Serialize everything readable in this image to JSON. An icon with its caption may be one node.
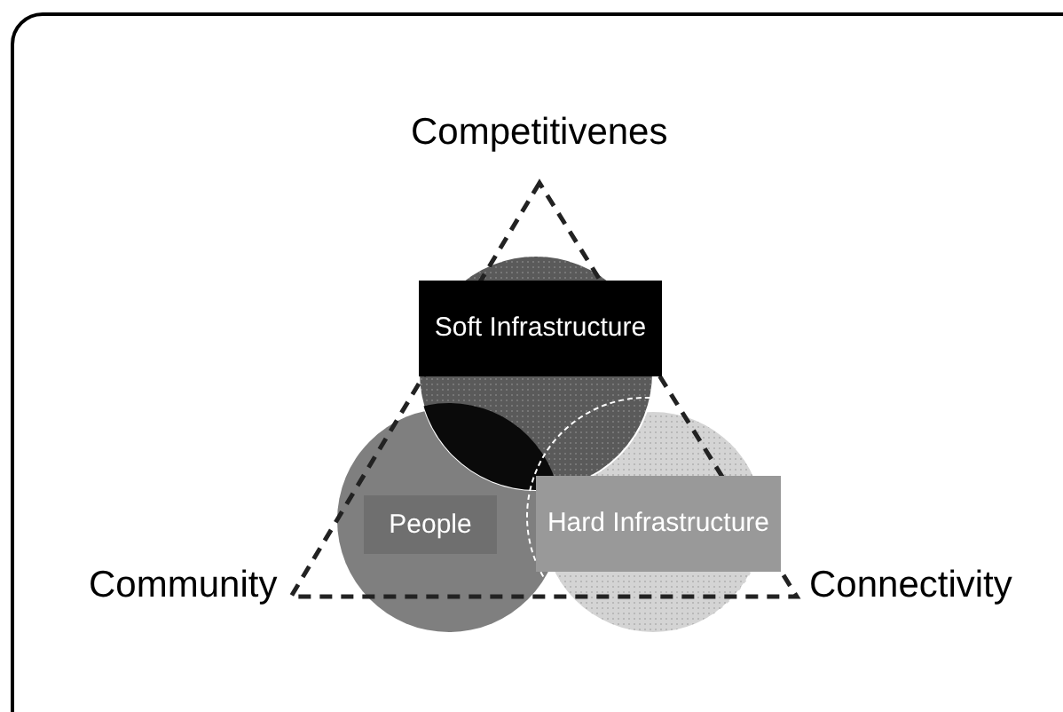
{
  "diagram": {
    "nodes": [
      {
        "text": [
          "Soft Infrastructure"
        ]
      },
      {
        "text": [
          "People"
        ]
      },
      {
        "text": [
          "Hard Infrastructure"
        ]
      }
    ],
    "labels": [
      "Competitivenes",
      "Community",
      "Connectivity"
    ]
  }
}
